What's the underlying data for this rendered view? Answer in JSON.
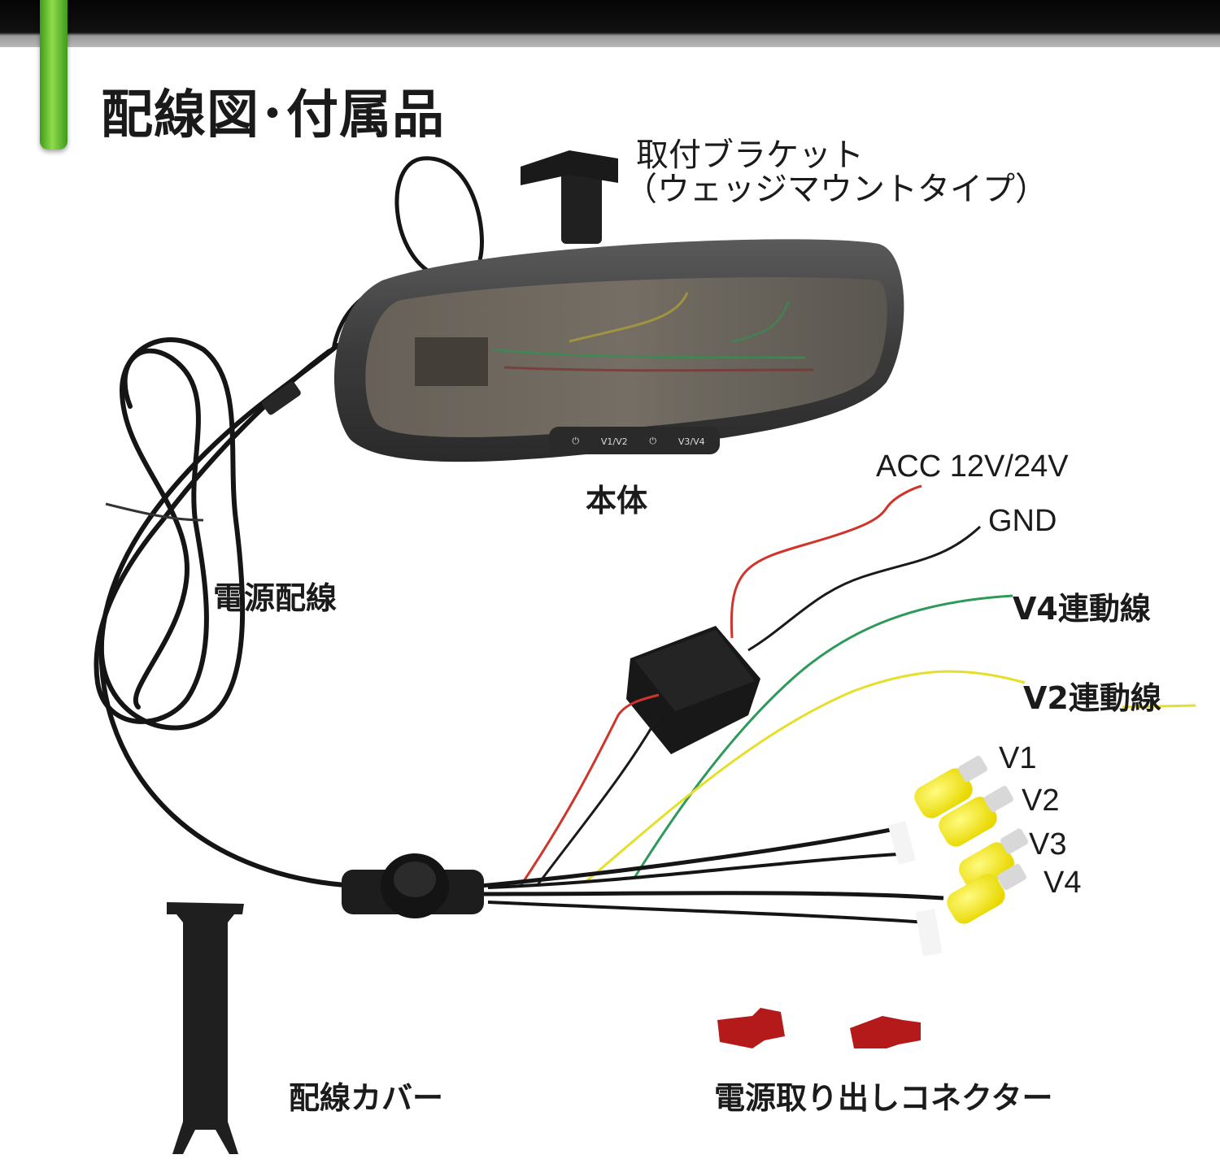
{
  "header": {
    "title": "配線図･付属品"
  },
  "labels": {
    "bracket_line1": "取付ブラケット",
    "bracket_line2": "（ウェッジマウントタイプ）",
    "body": "本体",
    "power_wiring": "電源配線",
    "acc": "ACC 12V/24V",
    "gnd": "GND",
    "v4_link": "V4連動線",
    "v2_link": "V2連動線",
    "v1": "V1",
    "v2": "V2",
    "v3": "V3",
    "v4": "V4",
    "wiring_cover": "配線カバー",
    "connector": "電源取り出しコネクター"
  },
  "mirror_buttons": [
    "⏻",
    "V1/V2",
    "⏻",
    "V3/V4"
  ],
  "colors": {
    "accent_green": "#5cb82a",
    "wire_red": "#d0352b",
    "wire_black": "#1a1a1a",
    "wire_green": "#2e9a5a",
    "wire_yellow": "#e6df2a",
    "rca_yellow": "#f2e400",
    "connector_red": "#b51a1a"
  }
}
